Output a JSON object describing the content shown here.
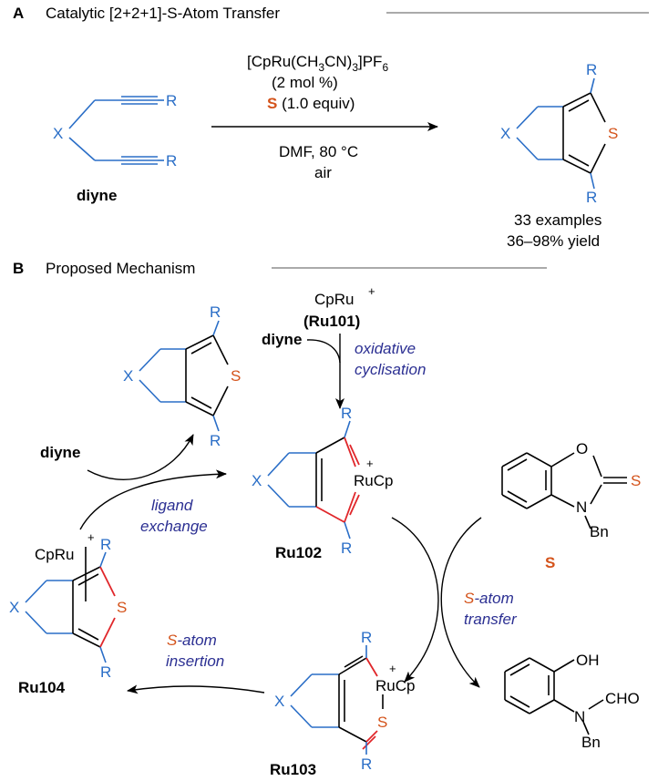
{
  "panelA": {
    "letter": "A",
    "title": "Catalytic [2+2+1]-S-Atom Transfer",
    "cond_catalyst_pre": "[CpRu(CH",
    "cond_catalyst_sub1": "3",
    "cond_catalyst_mid": "CN)",
    "cond_catalyst_sub2": "3",
    "cond_catalyst_post": "]PF",
    "cond_catalyst_sub3": "6",
    "cond_loading": "(2 mol %)",
    "cond_reagent_label": "S",
    "cond_reagent_amount": " (1.0 equiv)",
    "cond_solvent": "DMF, 80 °C",
    "cond_atmosphere": "air",
    "diyne_label": "diyne",
    "atom_X": "X",
    "atom_R": "R",
    "atom_S": "S",
    "scope": "33 examples",
    "yield": "36–98% yield"
  },
  "panelB": {
    "letter": "B",
    "title": "Proposed Mechanism",
    "ru101_name": "CpRu",
    "ru101_charge": "+",
    "ru101_label": "(Ru101)",
    "diyne_top": "diyne",
    "diyne_left": "diyne",
    "step_oxidative_1": "oxidative",
    "step_oxidative_2": "cyclisation",
    "step_ligand_1": "ligand",
    "step_ligand_2": "exchange",
    "step_transfer_S": "S",
    "step_transfer_1": "-atom",
    "step_transfer_2": "transfer",
    "step_insertion_S": "S",
    "step_insertion_1": "-atom",
    "step_insertion_2": "insertion",
    "ru102_label": "Ru102",
    "ru103_label": "Ru103",
    "ru104_label": "Ru104",
    "rucp": "RuCp",
    "cpru": "CpRu",
    "charge": "+",
    "atom_X": "X",
    "atom_R": "R",
    "atom_S": "S",
    "atom_O": "O",
    "atom_N": "N",
    "bn": "Bn",
    "oh": "OH",
    "cho": "CHO",
    "reagent_label": "S"
  }
}
